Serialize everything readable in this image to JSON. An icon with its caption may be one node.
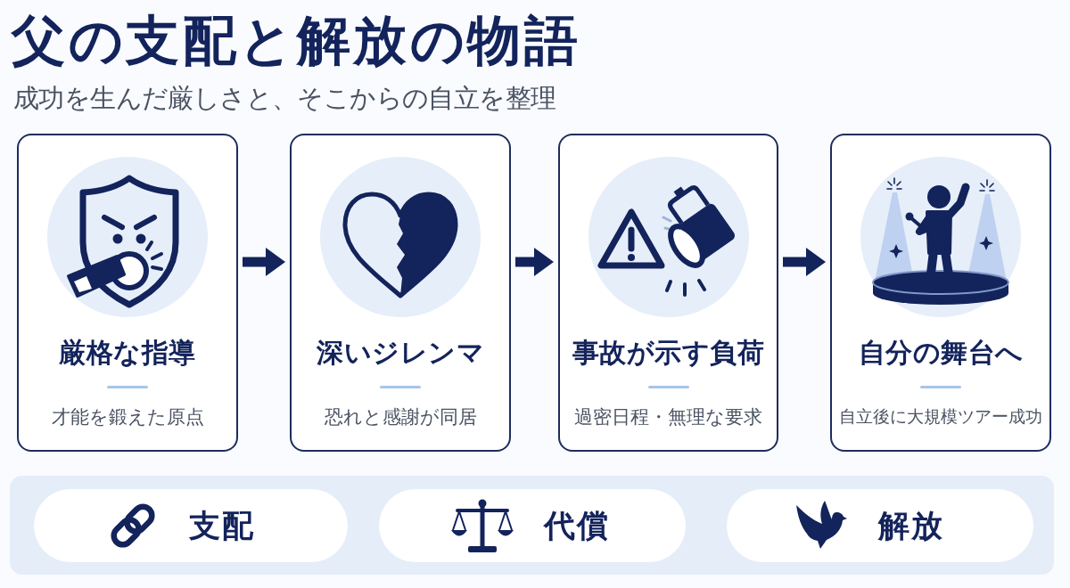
{
  "diagram": {
    "title": "父の支配と解放の物語",
    "nodes": [
      {
        "text": [
          "厳格な指導",
          "才能を鍛えた原点"
        ]
      },
      {
        "text": [
          "深いジレンマ",
          "恐れと感謝が同居"
        ]
      },
      {
        "text": [
          "事故が示す負荷",
          "過密日程・無理な要求"
        ]
      },
      {
        "text": [
          "自分の舞台へ",
          "自立後に大規模ツアー成功"
        ]
      },
      {
        "text": [],
        "shape": "box"
      },
      {
        "text": [
          "支配"
        ],
        "in": 4
      },
      {
        "text": [
          "代償"
        ],
        "in": 4
      },
      {
        "text": [
          "解放"
        ],
        "in": 4
      }
    ],
    "edges": [
      {
        "from": 0,
        "to": 1,
        "arrow": "to"
      },
      {
        "from": 1,
        "to": 2,
        "arrow": "to"
      },
      {
        "from": 2,
        "to": 3,
        "arrow": "to"
      }
    ],
    "labels": [
      "成功を生んだ厳しさと、そこからの自立を整理"
    ]
  }
}
